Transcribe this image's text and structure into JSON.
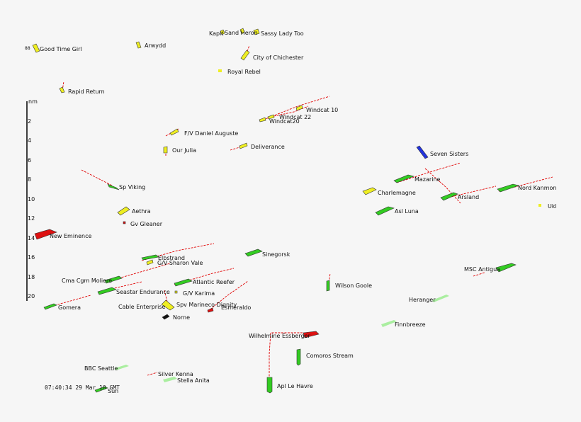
{
  "timestamp": "07:40:34 29 Mar 10 GMT",
  "scale": {
    "unit": "nm",
    "ticks": [
      "2",
      "4",
      "6",
      "8",
      "10",
      "12",
      "14",
      "16",
      "18",
      "20"
    ]
  },
  "colors": {
    "cargo": "#33cc22",
    "cargo_faint": "#aaeea0",
    "tanker": "#dd1111",
    "passenger": "#2233dd",
    "sailing": "#eeee22",
    "unknown": "#111111",
    "track": "#e00000"
  },
  "vessels": [
    {
      "name": "Kapit",
      "type": "sailing"
    },
    {
      "name": "Sand Heron",
      "type": "sailing"
    },
    {
      "name": "Sassy Lady Too",
      "type": "sailing"
    },
    {
      "name": "Good Time Girl",
      "type": "sailing"
    },
    {
      "name": "Arwydd",
      "type": "sailing"
    },
    {
      "name": "City of Chichester",
      "type": "sailing"
    },
    {
      "name": "Royal Rebel",
      "type": "sailing"
    },
    {
      "name": "Rapid Return",
      "type": "sailing"
    },
    {
      "name": "Windcat 10",
      "type": "sailing"
    },
    {
      "name": "Windcat 22",
      "type": "sailing"
    },
    {
      "name": "Windcat20",
      "type": "sailing"
    },
    {
      "name": "F/V Daniel Auguste",
      "type": "sailing"
    },
    {
      "name": "Our Julia",
      "type": "sailing"
    },
    {
      "name": "Deliverance",
      "type": "sailing"
    },
    {
      "name": "Seven Sisters",
      "type": "passenger"
    },
    {
      "name": "Mazarine",
      "type": "cargo"
    },
    {
      "name": "Charlemagne",
      "type": "sailing"
    },
    {
      "name": "Arsland",
      "type": "cargo"
    },
    {
      "name": "Nord Kanmon",
      "type": "cargo"
    },
    {
      "name": "Ukl",
      "type": "sailing"
    },
    {
      "name": "Asl Luna",
      "type": "cargo"
    },
    {
      "name": "Sp Viking",
      "type": "cargo"
    },
    {
      "name": "Aethra",
      "type": "sailing"
    },
    {
      "name": "Gv Gleaner",
      "type": "sailing"
    },
    {
      "name": "New Eminence",
      "type": "tanker"
    },
    {
      "name": "Sinegorsk",
      "type": "cargo"
    },
    {
      "name": "Elbstrand",
      "type": "cargo"
    },
    {
      "name": "G/V Sharon Vale",
      "type": "sailing"
    },
    {
      "name": "MSC Antigua",
      "type": "cargo"
    },
    {
      "name": "Cma Cgm Moliere",
      "type": "cargo"
    },
    {
      "name": "Atlantic Reefer",
      "type": "cargo"
    },
    {
      "name": "Wilson Goole",
      "type": "cargo"
    },
    {
      "name": "Seastar Endurance",
      "type": "cargo"
    },
    {
      "name": "G/V Karima",
      "type": "sailing"
    },
    {
      "name": "Heranger",
      "type": "cargo_faint"
    },
    {
      "name": "Gomera",
      "type": "cargo"
    },
    {
      "name": "Cable Enterprise",
      "type": "sailing"
    },
    {
      "name": "Spv Marineco Dignity",
      "type": "sailing"
    },
    {
      "name": "Esmeraldo",
      "type": "tanker"
    },
    {
      "name": "Norne",
      "type": "unknown"
    },
    {
      "name": "Finnbreeze",
      "type": "cargo_faint"
    },
    {
      "name": "Wilhelmine Essberger",
      "type": "tanker"
    },
    {
      "name": "Comoros Stream",
      "type": "cargo"
    },
    {
      "name": "BBC Seattle",
      "type": "cargo_faint"
    },
    {
      "name": "Silver Kenna",
      "type": "tanker"
    },
    {
      "name": "Stella Anita",
      "type": "cargo_faint"
    },
    {
      "name": "Apl Le Havre",
      "type": "cargo"
    },
    {
      "name": "Sun",
      "type": "cargo"
    }
  ]
}
